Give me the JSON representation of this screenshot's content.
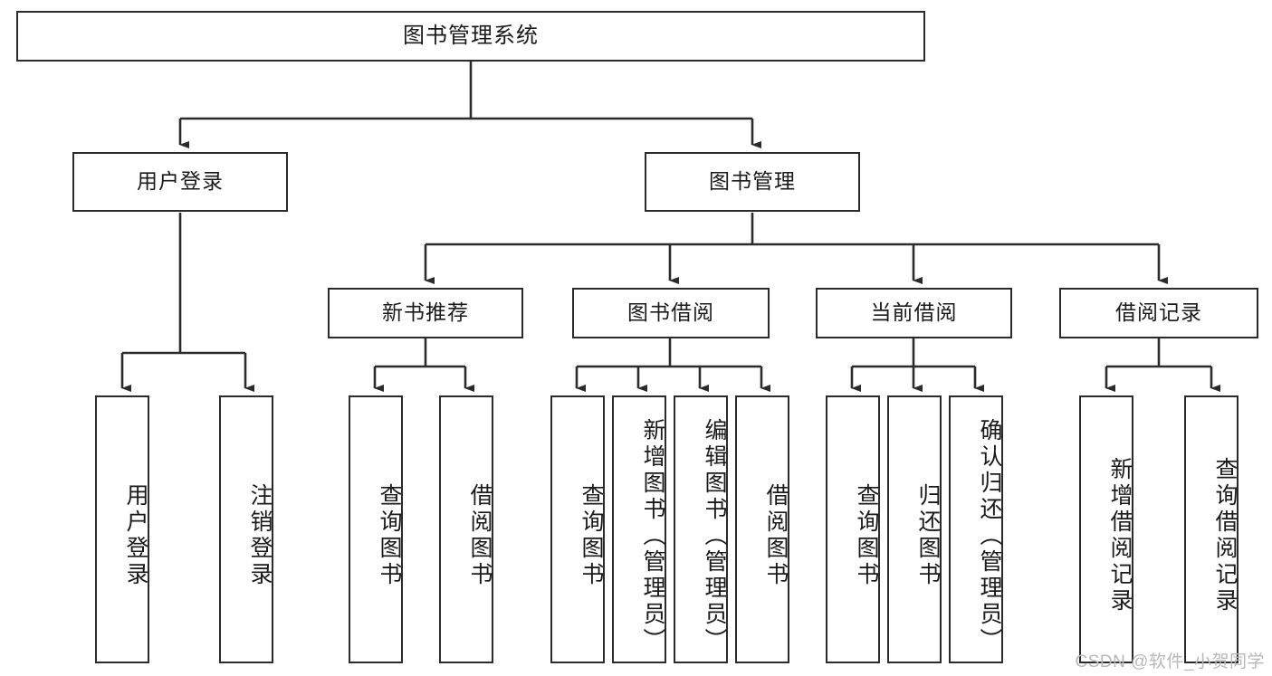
{
  "diagram": {
    "title": "图书管理系统",
    "type": "tree-hierarchy-diagram",
    "colors": {
      "box_border": "#2b2b2b",
      "box_fill": "#ffffff",
      "edge": "#2b2b2b",
      "text": "#1a1a1a",
      "watermark": "#b8b8b8",
      "background": "#ffffff"
    }
  },
  "watermark": {
    "text": "CSDN @软件_小贺同学"
  },
  "nodes": {
    "root": {
      "id": "root",
      "label": "图书管理系统",
      "level": 0,
      "orientation": "horizontal"
    },
    "level1": [
      {
        "id": "user-login",
        "label": "用户登录",
        "level": 1,
        "orientation": "horizontal"
      },
      {
        "id": "book-manage",
        "label": "图书管理",
        "level": 1,
        "orientation": "horizontal"
      }
    ],
    "level2": [
      {
        "id": "new-book-recommend",
        "label": "新书推荐",
        "level": 2,
        "orientation": "horizontal",
        "parent": "book-manage"
      },
      {
        "id": "book-borrow",
        "label": "图书借阅",
        "level": 2,
        "orientation": "horizontal",
        "parent": "book-manage"
      },
      {
        "id": "current-borrow",
        "label": "当前借阅",
        "level": 2,
        "orientation": "horizontal",
        "parent": "book-manage"
      },
      {
        "id": "borrow-record",
        "label": "借阅记录",
        "level": 2,
        "orientation": "horizontal",
        "parent": "book-manage"
      }
    ],
    "leaves": [
      {
        "id": "leaf-user-login",
        "label": "用户登录",
        "parent": "user-login",
        "orientation": "vertical"
      },
      {
        "id": "leaf-logout-login",
        "label": "注销登录",
        "parent": "user-login",
        "orientation": "vertical"
      },
      {
        "id": "leaf-query-book-rec",
        "label": "查询图书",
        "parent": "new-book-recommend",
        "orientation": "vertical"
      },
      {
        "id": "leaf-borrow-book-rec",
        "label": "借阅图书",
        "parent": "new-book-recommend",
        "orientation": "vertical"
      },
      {
        "id": "leaf-query-book-borrow",
        "label": "查询图书",
        "parent": "book-borrow",
        "orientation": "vertical"
      },
      {
        "id": "leaf-add-book-admin",
        "label": "新增图书（管理员）",
        "parent": "book-borrow",
        "orientation": "vertical"
      },
      {
        "id": "leaf-edit-book-admin",
        "label": "编辑图书（管理员）",
        "parent": "book-borrow",
        "orientation": "vertical"
      },
      {
        "id": "leaf-borrow-book",
        "label": "借阅图书",
        "parent": "book-borrow",
        "orientation": "vertical"
      },
      {
        "id": "leaf-query-book-current",
        "label": "查询图书",
        "parent": "current-borrow",
        "orientation": "vertical"
      },
      {
        "id": "leaf-return-book",
        "label": "归还图书",
        "parent": "current-borrow",
        "orientation": "vertical"
      },
      {
        "id": "leaf-confirm-return-admin",
        "label": "确认归还（管理员）",
        "parent": "current-borrow",
        "orientation": "vertical"
      },
      {
        "id": "leaf-add-borrow-record",
        "label": "新增借阅记录",
        "parent": "borrow-record",
        "orientation": "vertical"
      },
      {
        "id": "leaf-query-borrow-record",
        "label": "查询借阅记录",
        "parent": "borrow-record",
        "orientation": "vertical"
      }
    ]
  }
}
